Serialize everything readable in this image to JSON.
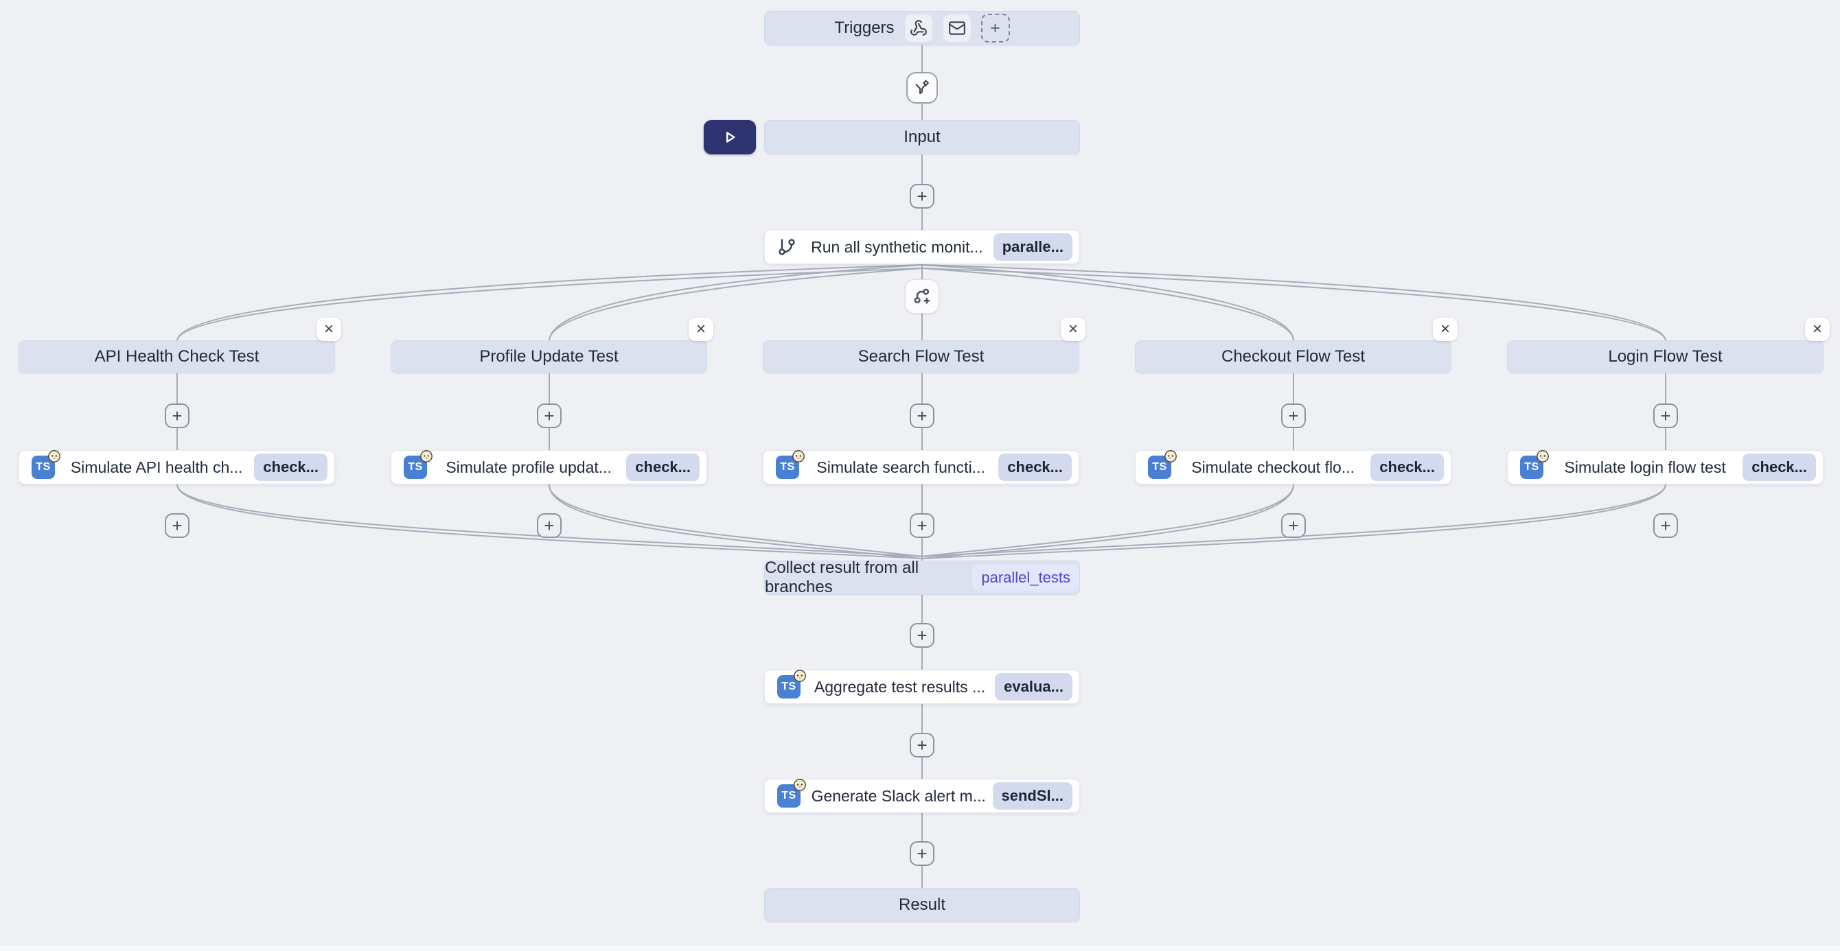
{
  "colors": {
    "canvas_bg": "#eef0f4",
    "node_blue": "#dbe1ef",
    "node_white": "#ffffff",
    "badge_bg": "#d4daee",
    "badge_link_bg": "#e3e7fa",
    "badge_link_text": "#4f46cf",
    "play_button": "#2e3371",
    "wire": "#a7acb8",
    "ts_icon_blue": "#4a80d4"
  },
  "triggers": {
    "label": "Triggers",
    "icons": [
      "webhook-icon",
      "mail-icon",
      "add-trigger-dashed-plus"
    ]
  },
  "filter_step": {
    "icon": "filter-gear-icon"
  },
  "input_node": {
    "label": "Input"
  },
  "run_all_node": {
    "icon": "git-branch-icon",
    "title": "Run all synthetic monit...",
    "badge": "paralle..."
  },
  "branch_add": {
    "icon": "git-branch-plus-icon"
  },
  "branches": [
    {
      "header": "API Health Check Test",
      "close": "×",
      "step": {
        "title": "Simulate API health ch...",
        "badge": "check...",
        "lang": "TS"
      }
    },
    {
      "header": "Profile Update Test",
      "close": "×",
      "step": {
        "title": "Simulate profile updat...",
        "badge": "check...",
        "lang": "TS"
      }
    },
    {
      "header": "Search Flow Test",
      "close": "×",
      "step": {
        "title": "Simulate search functi...",
        "badge": "check...",
        "lang": "TS"
      }
    },
    {
      "header": "Checkout Flow Test",
      "close": "×",
      "step": {
        "title": "Simulate checkout flo...",
        "badge": "check...",
        "lang": "TS"
      }
    },
    {
      "header": "Login Flow Test",
      "close": "×",
      "step": {
        "title": "Simulate login flow test",
        "badge": "check...",
        "lang": "TS"
      }
    }
  ],
  "collect_node": {
    "title": "Collect result from all branches",
    "badge": "parallel_tests"
  },
  "aggregate_node": {
    "title": "Aggregate test results ...",
    "badge": "evalua...",
    "lang": "TS"
  },
  "slack_node": {
    "title": "Generate Slack alert m...",
    "badge": "sendSl...",
    "lang": "TS"
  },
  "result_node": {
    "label": "Result"
  },
  "plus_button": {
    "label": "+"
  }
}
